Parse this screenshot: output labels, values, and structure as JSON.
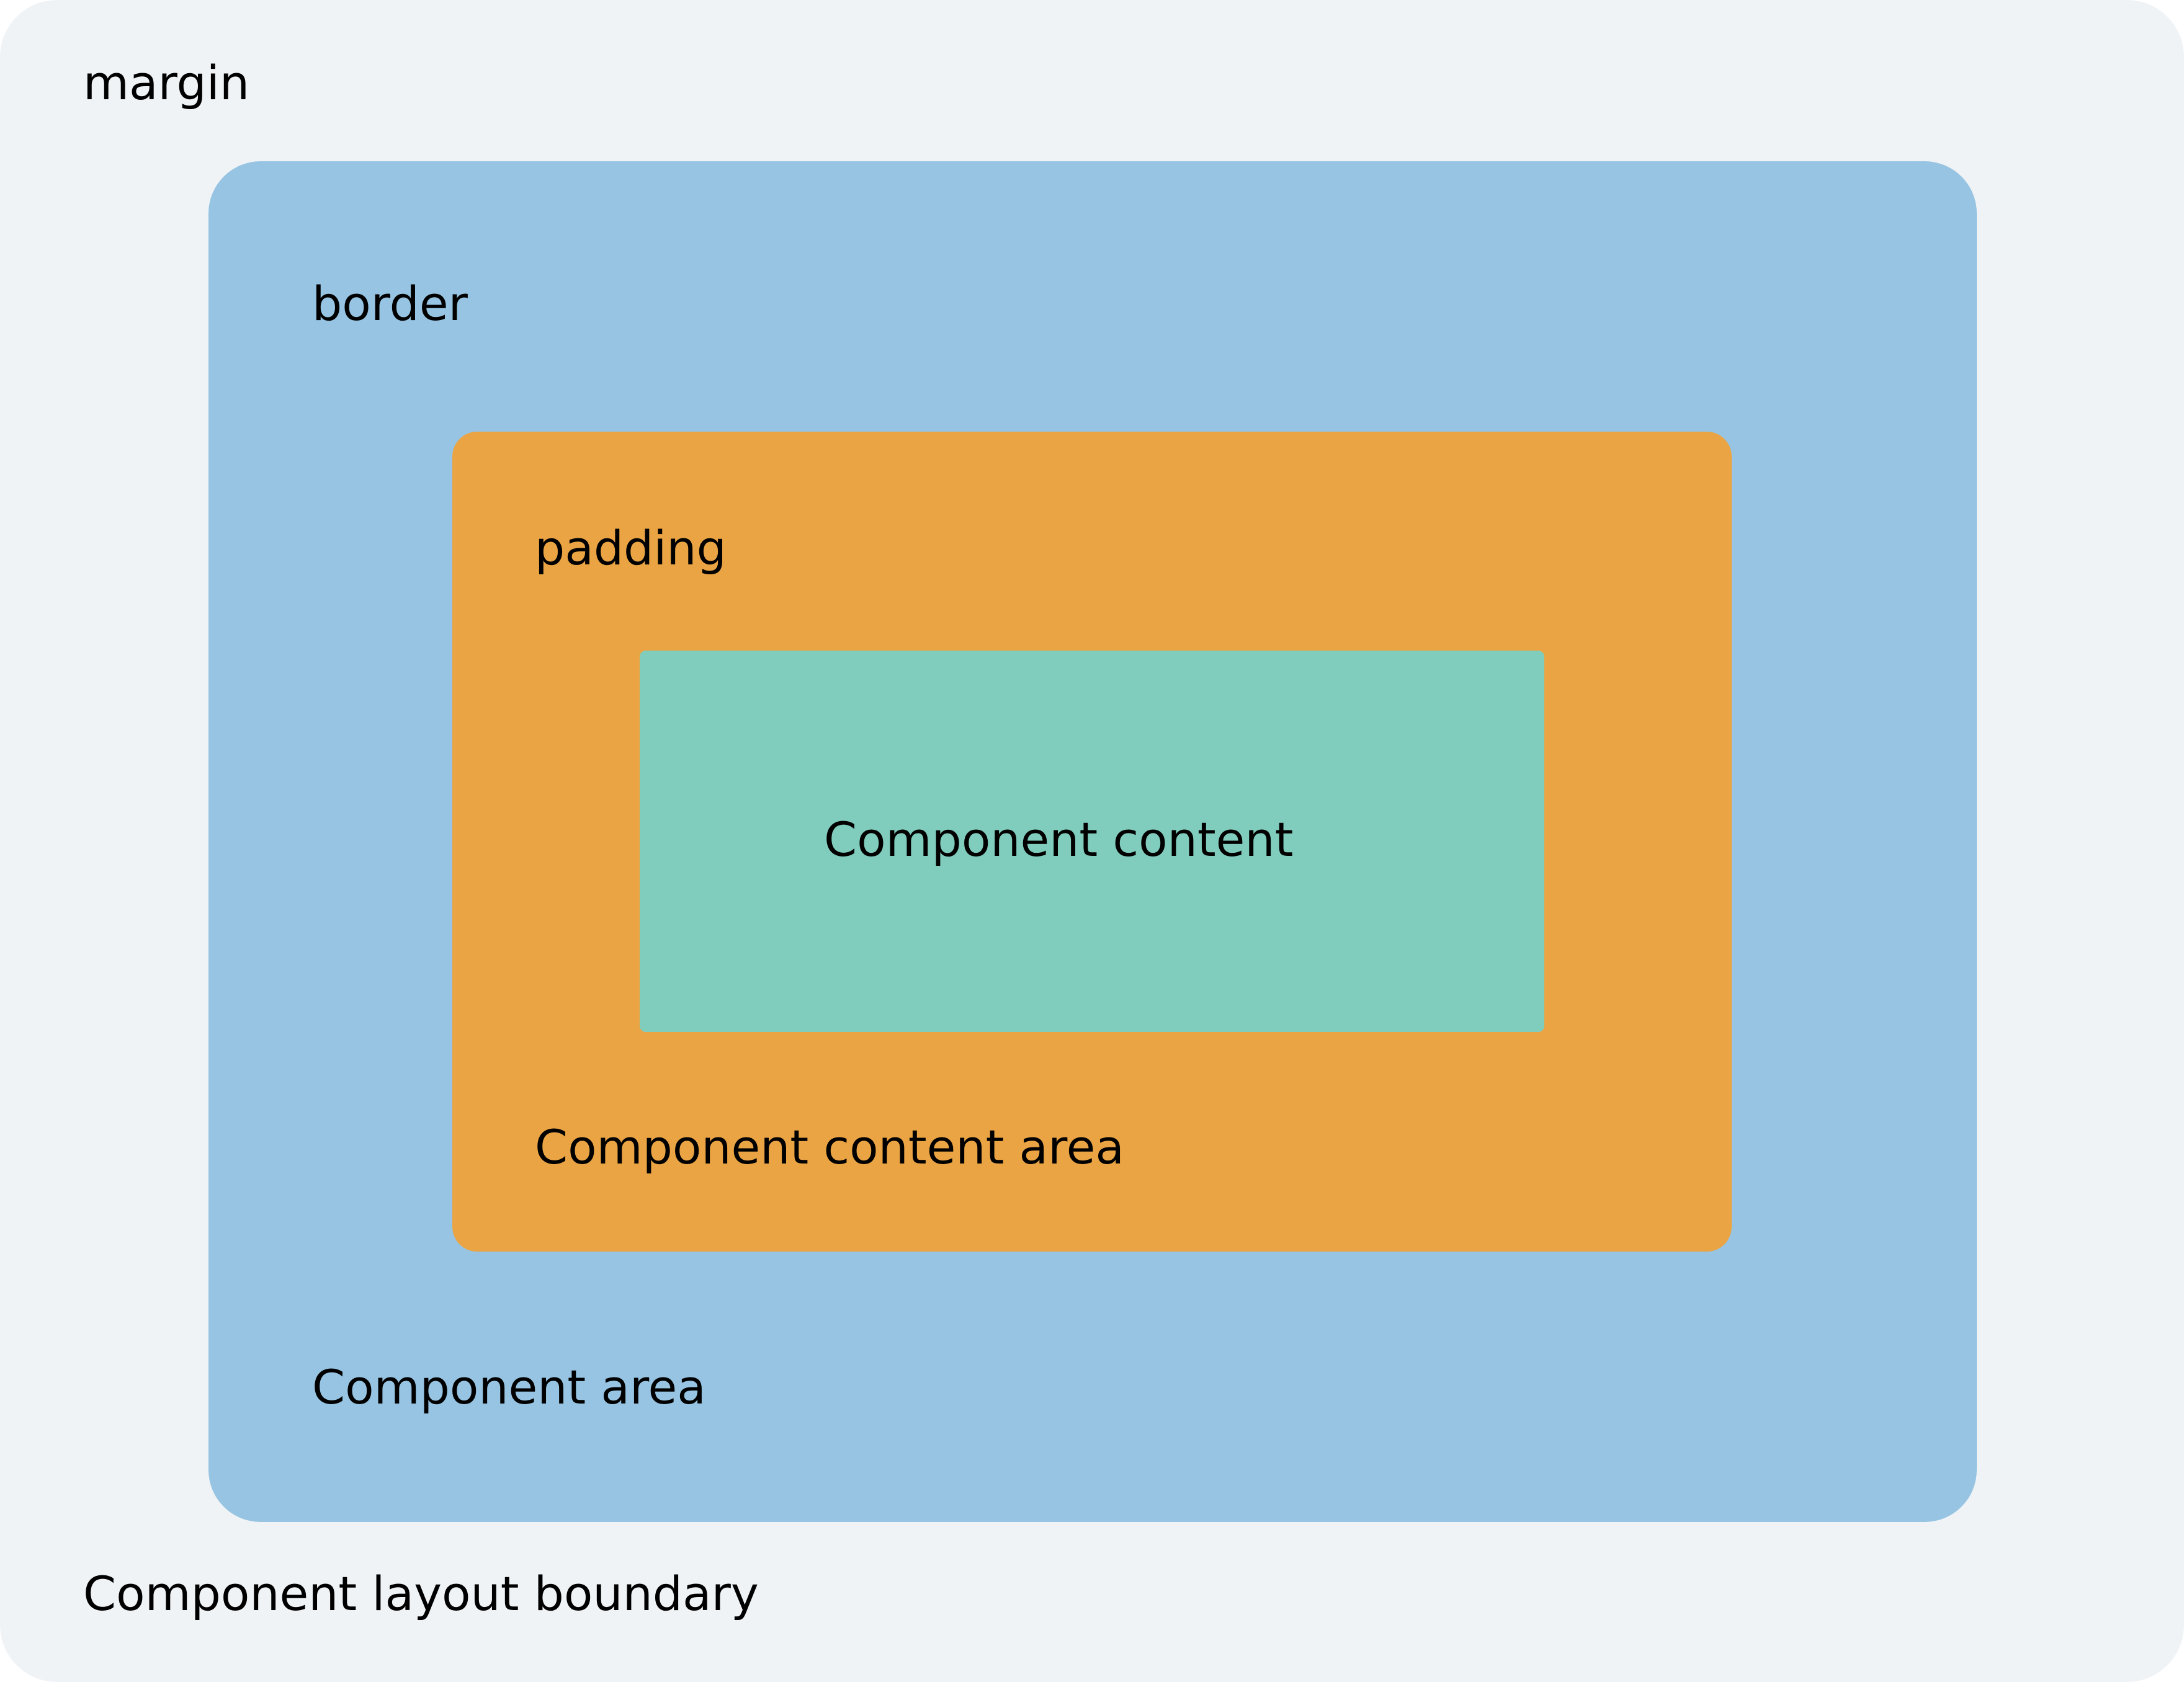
{
  "labels": {
    "margin": "margin",
    "border": "border",
    "padding": "padding",
    "content": "Component content",
    "content_area": "Component content area",
    "component_area": "Component area",
    "layout_boundary": "Component layout boundary"
  },
  "colors": {
    "layout_boundary": "#eff3f6",
    "component_area": "#96c4e2",
    "content_area": "#eba443",
    "content": "#80cdbe",
    "text": "#000000"
  }
}
